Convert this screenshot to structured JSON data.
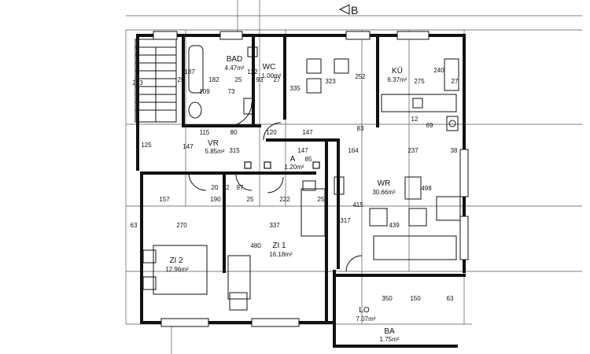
{
  "section_marker": "B",
  "rooms": [
    {
      "key": "bad",
      "name": "BAD",
      "area": "4.47m²"
    },
    {
      "key": "wc",
      "name": "WC",
      "area": "1.00m²"
    },
    {
      "key": "ku",
      "name": "KÜ",
      "area": "6.37m²"
    },
    {
      "key": "vr",
      "name": "VR",
      "area": "5.85m²"
    },
    {
      "key": "a",
      "name": "A",
      "area": "1.20m²"
    },
    {
      "key": "wr",
      "name": "WR",
      "area": "30.66m²"
    },
    {
      "key": "zi2",
      "name": "ZI 2",
      "area": "12.96m²"
    },
    {
      "key": "zi1",
      "name": "ZI 1",
      "area": "16.18m²"
    },
    {
      "key": "lo",
      "name": "LO",
      "area": "7.07m²"
    },
    {
      "key": "ba",
      "name": "BA",
      "area": "1.75m²"
    }
  ],
  "dimensions": [
    "263",
    "25",
    "187",
    "182",
    "25",
    "122",
    "93",
    "27",
    "323",
    "252",
    "275",
    "240",
    "27",
    "109",
    "73",
    "335",
    "83",
    "12",
    "69",
    "125",
    "115",
    "80",
    "120",
    "147",
    "164",
    "237",
    "38",
    "147",
    "315",
    "147",
    "85",
    "20",
    "12",
    "97",
    "190",
    "222",
    "25",
    "498",
    "157",
    "270",
    "337",
    "25",
    "317",
    "415",
    "439",
    "63",
    "480",
    "350",
    "150",
    "63"
  ]
}
